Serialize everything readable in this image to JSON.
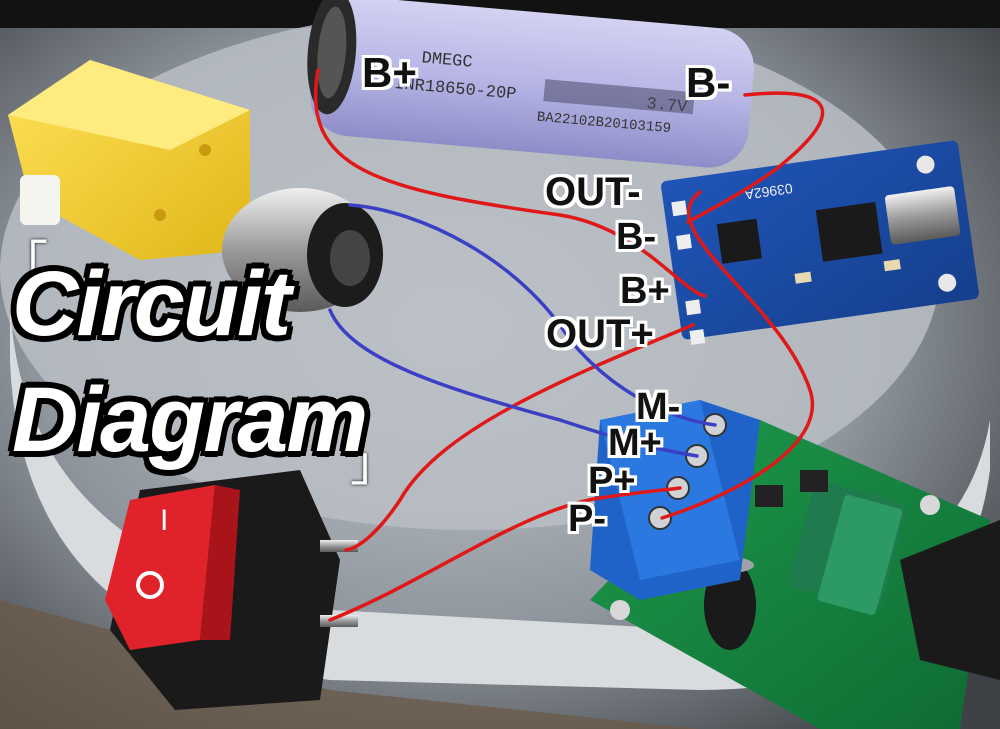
{
  "title": {
    "line1": "Circuit",
    "line2": "Diagram",
    "bracket_open": "「",
    "bracket_close": "」"
  },
  "battery": {
    "plus_label": "B+",
    "minus_label": "B-",
    "print_brand": "DMEGC",
    "print_model": "INR18650-20P",
    "print_voltage": "3.7V",
    "print_serial": "BA22102B20103159"
  },
  "charger_module": {
    "pin_labels": [
      "OUT-",
      "B-",
      "B+",
      "OUT+"
    ],
    "print_chip": "03962A"
  },
  "motor_driver": {
    "terminal_labels": [
      "M-",
      "M+",
      "P+",
      "P-"
    ]
  },
  "wire_colors": {
    "positive": "#e01818",
    "motor": "#3b3fc4"
  }
}
